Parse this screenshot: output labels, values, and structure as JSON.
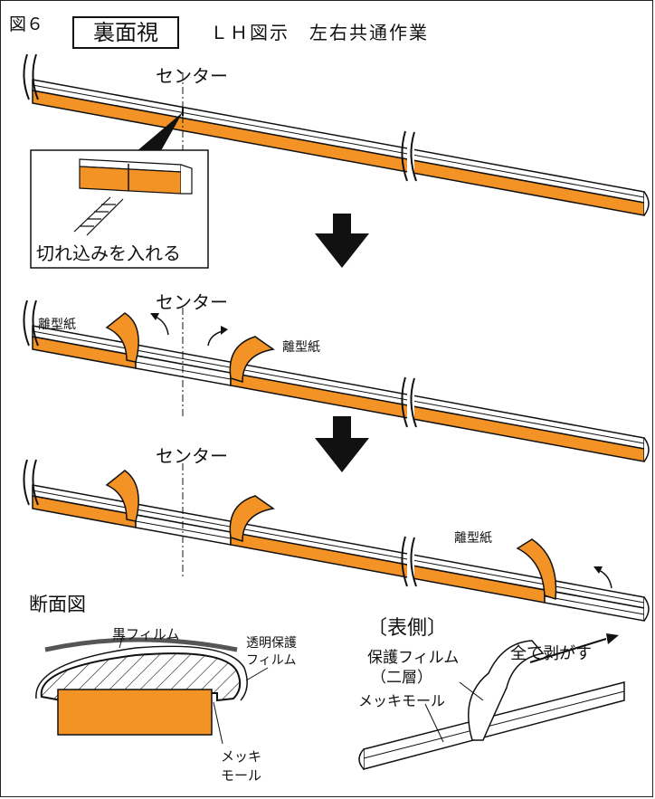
{
  "figure": {
    "label": "図６",
    "view_title": "裏面視",
    "subtitle": "ＬＨ図示　左右共通作業"
  },
  "steps": {
    "center_label": "センター",
    "cut_instruction": "切れ込みを入れる",
    "release_paper": "離型紙"
  },
  "section": {
    "title": "断面図",
    "black_film": "黒フィルム",
    "clear_film_line1": "透明保護",
    "clear_film_line2": "フィルム",
    "mekki_line1": "メッキ",
    "mekki_line2": "モール"
  },
  "front": {
    "title": "〔表側〕",
    "protect_line1": "保護フィルム",
    "protect_line2": "（二層）",
    "mekki": "メッキモール",
    "peel_all": "全て剥がす"
  },
  "colors": {
    "tape": "#f39325",
    "line": "#111111"
  }
}
